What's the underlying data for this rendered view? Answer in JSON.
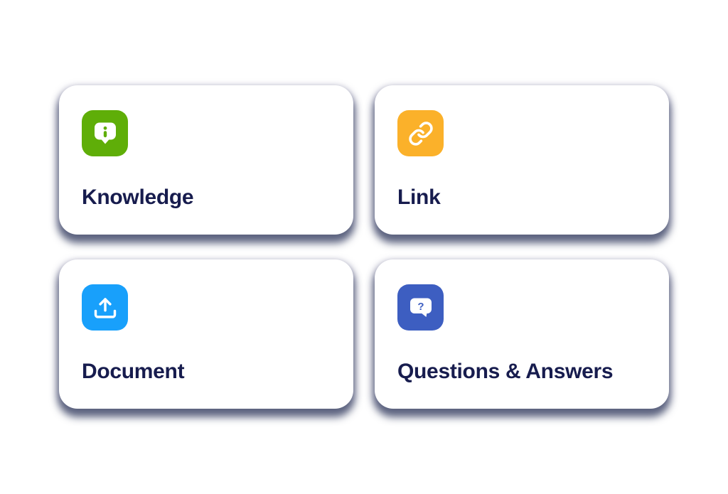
{
  "page": {
    "background_color": "#ffffff",
    "shadow_color": "#4e5674"
  },
  "colors": {
    "card_bg": "#ffffff",
    "label": "#171c4e",
    "green": "#5fae08",
    "amber": "#fbb12a",
    "blue": "#18a0fb",
    "indigo": "#3d5ec1",
    "icon_glyph": "#ffffff"
  },
  "cards": [
    {
      "label": "Knowledge",
      "icon": "info-bubble-icon",
      "icon_bg": "#5fae08"
    },
    {
      "label": "Link",
      "icon": "link-icon",
      "icon_bg": "#fbb12a"
    },
    {
      "label": "Document",
      "icon": "upload-icon",
      "icon_bg": "#18a0fb"
    },
    {
      "label": "Questions & Answers",
      "icon": "question-bubble-icon",
      "icon_bg": "#3d5ec1"
    }
  ]
}
